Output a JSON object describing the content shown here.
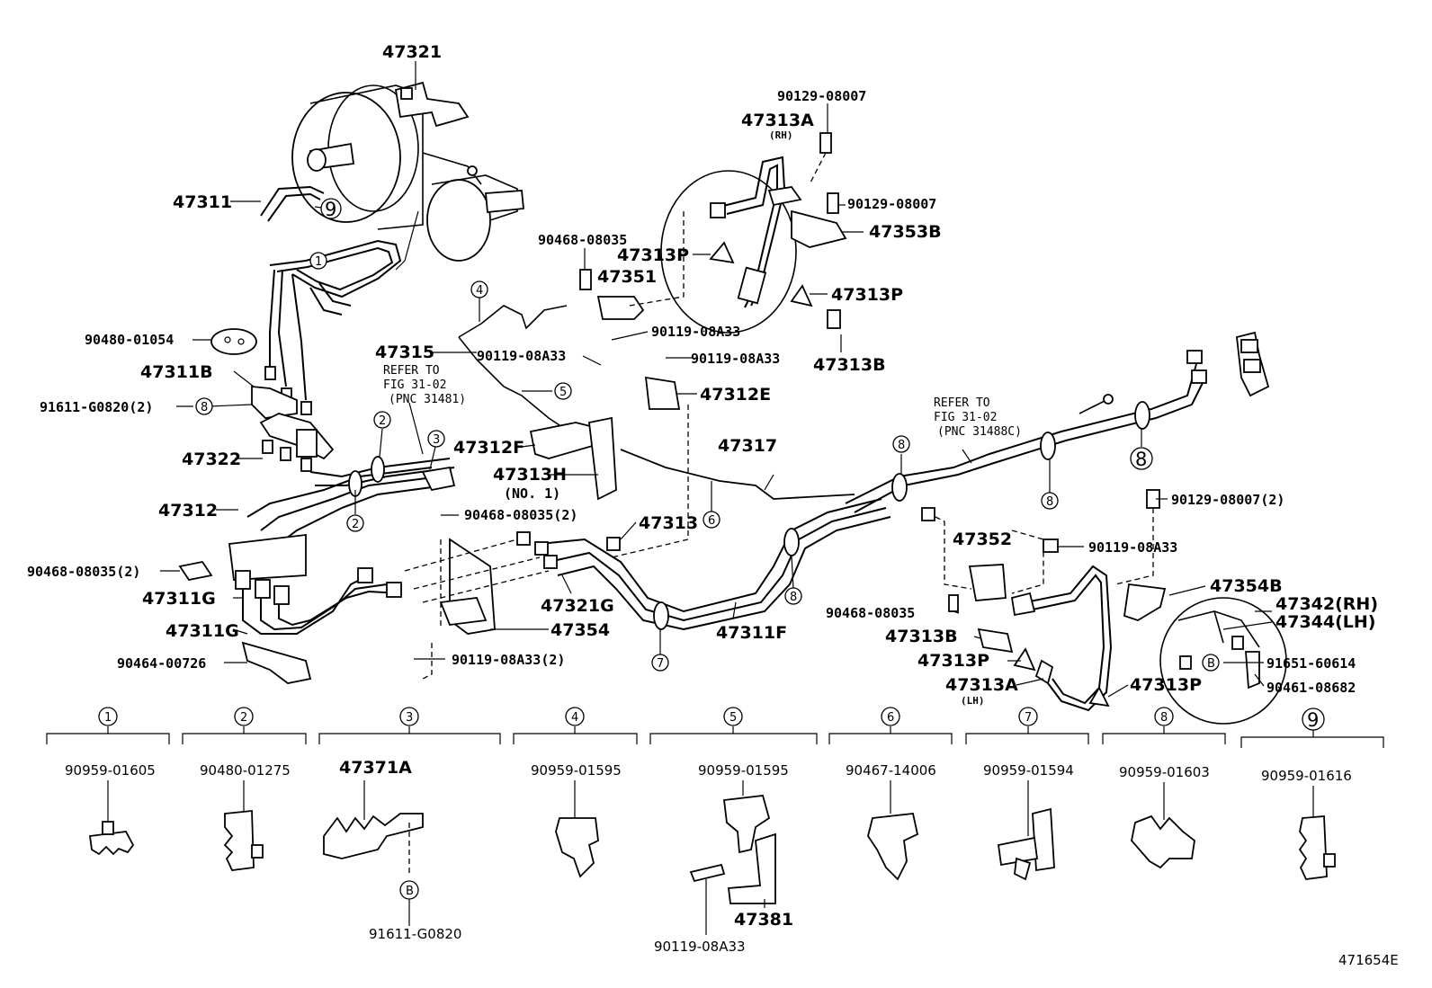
{
  "labels": {
    "p47321": "47321",
    "p90129_08007_top": "90129-08007",
    "p47313A_rh": "47313A",
    "rh": "(RH)",
    "p90129_08007_b": "90129-08007",
    "p47311": "47311",
    "p47353B": "47353B",
    "p90468_08035_a": "90468-08035",
    "p47313P_a": "47313P",
    "p47351": "47351",
    "p47313P_b": "47313P",
    "p90480_01054": "90480-01054",
    "p90119_08A33_a": "90119-08A33",
    "p47315": "47315",
    "p90119_08A33_b": "90119-08A33",
    "p90119_08A33_c": "90119-08A33",
    "p47313B_a": "47313B",
    "p47311B": "47311B",
    "refer1_l1": "REFER TO",
    "refer1_l2": "FIG 31-02",
    "refer1_l3": "(PNC 31481)",
    "p47312E": "47312E",
    "p91611_G0820_2": "91611-G0820(2)",
    "refer2_l1": "REFER TO",
    "refer2_l2": "FIG 31-02",
    "refer2_l3": "(PNC 31488C)",
    "p47317": "47317",
    "p47312F": "47312F",
    "p47322": "47322",
    "p47313H": "47313H",
    "no1": "(NO. 1)",
    "p47312": "47312",
    "p90468_08035_2": "90468-08035(2)",
    "p90129_08007_2": "90129-08007(2)",
    "p47313": "47313",
    "p47352": "47352",
    "p90119_08A33_d": "90119-08A33",
    "p90468_08035_2b": "90468-08035(2)",
    "p47354B": "47354B",
    "p47342": "47342(RH)",
    "p47344": "47344(LH)",
    "p47311G_a": "47311G",
    "p47321G": "47321G",
    "p90468_08035_c": "90468-08035",
    "p47311G_b": "47311G",
    "p47354": "47354",
    "p47311F": "47311F",
    "p47313B_b": "47313B",
    "p90464_00726": "90464-00726",
    "p90119_08A33_2": "90119-08A33(2)",
    "p47313P_c": "47313P",
    "p91651_60614": "91651-60614",
    "p47313A_lh": "47313A",
    "lh": "(LH)",
    "p47313P_d": "47313P",
    "p90461_08682": "90461-08682",
    "diagram_id": "471654E"
  },
  "circles": {
    "c1": "1",
    "c2": "2",
    "c3": "3",
    "c4": "4",
    "c5": "5",
    "c6": "6",
    "c7": "7",
    "c8": "8",
    "c9": "9",
    "cB": "B"
  },
  "legend": [
    {
      "num": "1",
      "part": "90959-01605"
    },
    {
      "num": "2",
      "part": "90480-01275"
    },
    {
      "num": "3",
      "part": "47371A",
      "sub": "91611-G0820"
    },
    {
      "num": "4",
      "part": "90959-01595"
    },
    {
      "num": "5",
      "part": "90959-01595",
      "sub": "90119-08A33",
      "sub2": "47381"
    },
    {
      "num": "6",
      "part": "90467-14006"
    },
    {
      "num": "7",
      "part": "90959-01594"
    },
    {
      "num": "8",
      "part": "90959-01603"
    },
    {
      "num": "9",
      "part": "90959-01616"
    }
  ]
}
